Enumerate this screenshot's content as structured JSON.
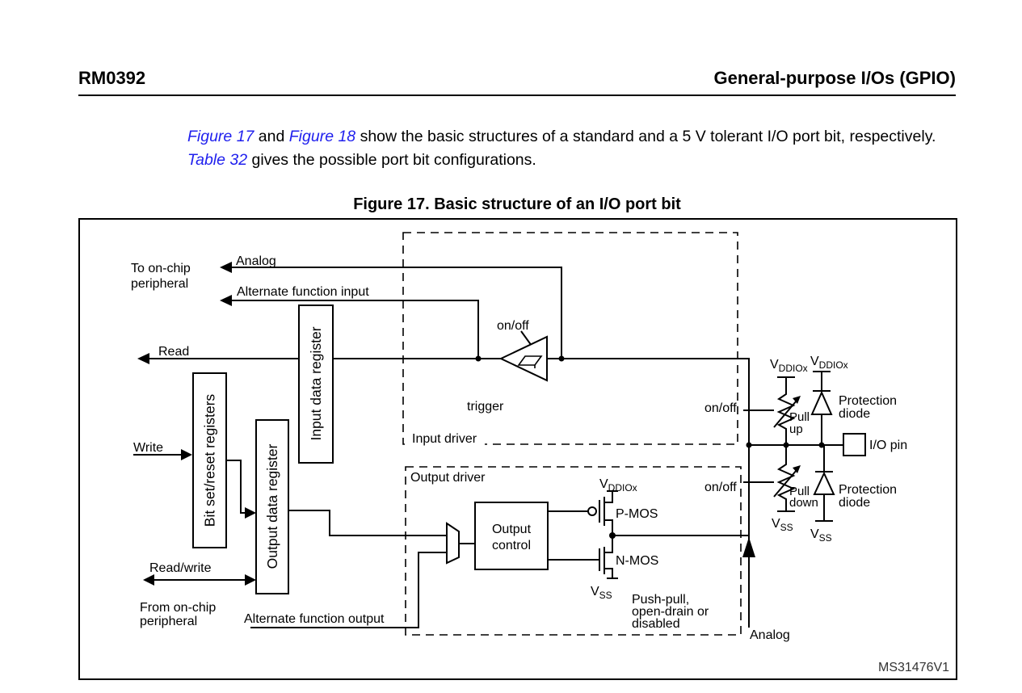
{
  "header": {
    "doc_id": "RM0392",
    "chapter_title": "General-purpose I/Os (GPIO)"
  },
  "intro": {
    "link_figure17": "Figure 17",
    "text_and": " and ",
    "link_figure18": "Figure 18",
    "text_body1": " show the basic structures of a standard and a 5 V tolerant I/O port bit, respectively. ",
    "link_table32": "Table 32",
    "text_body2": " gives the possible port bit configurations."
  },
  "figure": {
    "title": "Figure 17. Basic structure of an I/O port bit",
    "watermark": "MS31476V1"
  },
  "diagram": {
    "labels": {
      "to_on_chip_line1": "To on-chip",
      "to_on_chip_line2": "peripheral",
      "analog": "Analog",
      "alternate_function_input": "Alternate function input",
      "read": "Read",
      "write": "Write",
      "read_write": "Read/write",
      "from_on_chip_line1": "From on-chip",
      "from_on_chip_line2": "peripheral",
      "alternate_function_output": "Alternate function output",
      "bit_set_reset_registers": "Bit set/reset registers",
      "input_data_register": "Input data register",
      "output_data_register": "Output data register",
      "input_driver": "Input driver",
      "output_driver": "Output driver",
      "on_off": "on/off",
      "trigger": "trigger",
      "output_control_line1": "Output",
      "output_control_line2": "control",
      "pmos": "P-MOS",
      "nmos": "N-MOS",
      "vdd_prefix": "V",
      "vdd_sub": "DDIOx",
      "vss_prefix": "V",
      "vss_sub": "SS",
      "pull_up_line1": "Pull",
      "pull_up_line2": "up",
      "pull_down_line1": "Pull",
      "pull_down_line2": "down",
      "protection_diode_line1": "Protection",
      "protection_diode_line2": "diode",
      "push_pull_line1": "Push-pull,",
      "push_pull_line2": "open-drain or",
      "push_pull_line3": "disabled",
      "io_pin": "I/O pin"
    },
    "colors": {
      "line": "#000000",
      "text": "#000000",
      "link_blue": "#2020ee",
      "background": "#ffffff"
    }
  }
}
